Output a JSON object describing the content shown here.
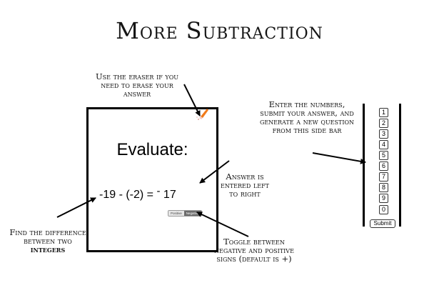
{
  "title": "More Subtraction",
  "annotations": {
    "eraser": "Use the eraser if you need to erase your answer",
    "sidebar": "Enter the numbers, submit your answer, and generate a new question from this side bar",
    "answer": "Answer is entered left to right",
    "difference_prefix": "Find the difference between two",
    "difference_bold": "integers",
    "toggle": "Toggle between negative and positive signs (default is +)"
  },
  "workspace": {
    "heading": "Evaluate:",
    "expression": "-19 - (-2) =",
    "answer_sign": "-",
    "answer_value": "17",
    "toggle": {
      "positive_label": "Positive",
      "negative_label": "Negative",
      "selected": "Negative"
    }
  },
  "keypad": {
    "keys": [
      "1",
      "2",
      "3",
      "4",
      "5",
      "6",
      "7",
      "8",
      "9",
      "0"
    ],
    "submit_label": "Submit"
  },
  "icons": {
    "eraser": "eraser-icon"
  },
  "colors": {
    "eraser_orange": "#f07a1a",
    "panel_border": "#000000"
  }
}
